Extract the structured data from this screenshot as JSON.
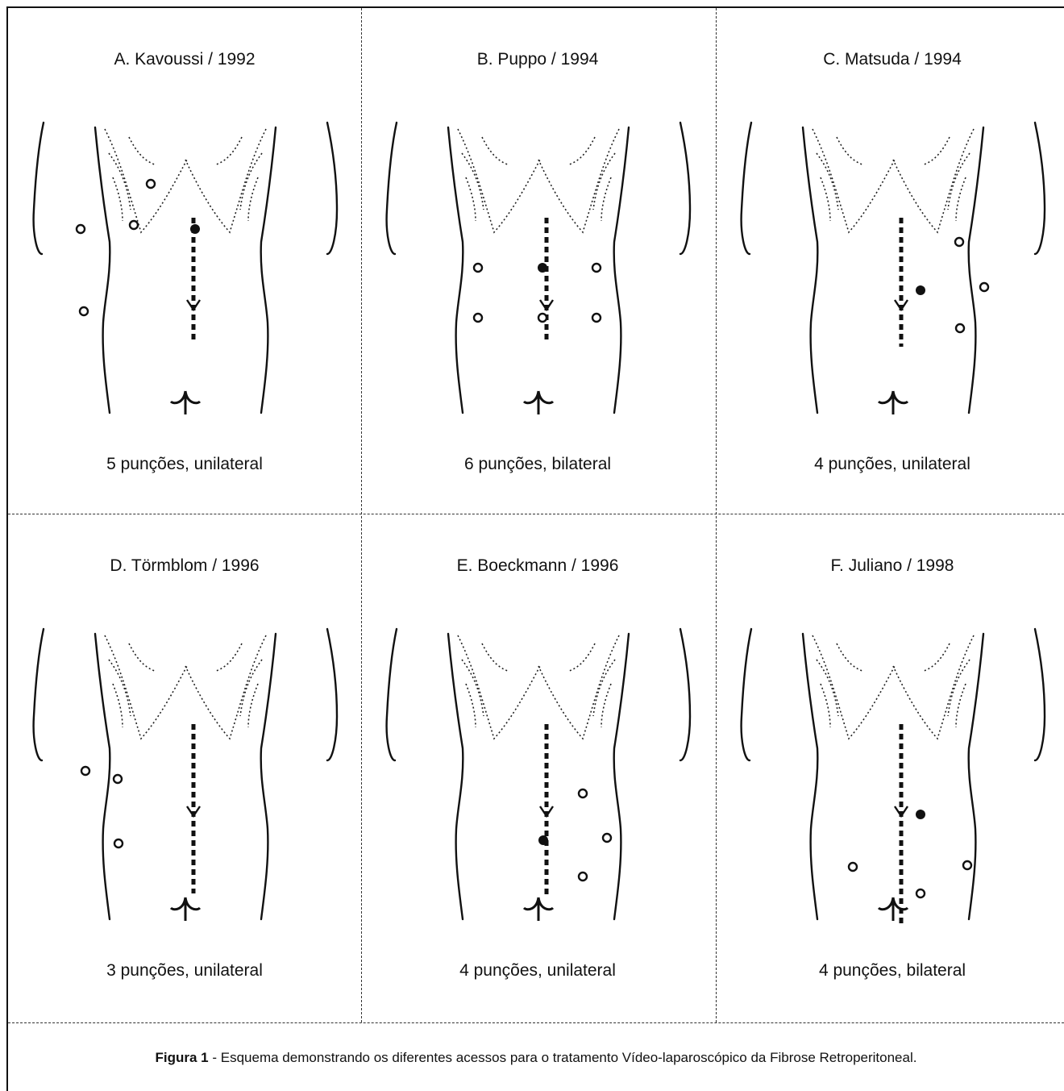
{
  "panels": [
    {
      "title": "A. Kavoussi / 1992",
      "caption": "5 punções, unilateral",
      "ports": {
        "open": [
          [
            147,
            118
          ],
          [
            126,
            169
          ],
          [
            60,
            174
          ],
          [
            64,
            276
          ]
        ],
        "filled": [
          [
            202,
            174
          ]
        ]
      },
      "arrow_end": 244
    },
    {
      "title": "B. Puppo / 1994",
      "caption": "6 punções, bilateral",
      "ports": {
        "open": [
          [
            115,
            222
          ],
          [
            115,
            284
          ],
          [
            262,
            222
          ],
          [
            262,
            284
          ],
          [
            195,
            284
          ]
        ],
        "filled": [
          [
            195,
            222
          ]
        ]
      },
      "arrow_end": 244
    },
    {
      "title": "C. Matsuda / 1994",
      "caption": "4 punções, unilateral",
      "ports": {
        "open": [
          [
            272,
            190
          ],
          [
            303,
            246
          ],
          [
            273,
            297
          ]
        ],
        "filled": [
          [
            224,
            250
          ]
        ]
      },
      "arrow_end": 250
    },
    {
      "title": "D. Törmblom / 1996",
      "caption": "3 punções, unilateral",
      "ports": {
        "open": [
          [
            66,
            218
          ],
          [
            106,
            228
          ],
          [
            107,
            308
          ]
        ],
        "filled": []
      },
      "arrow_end": 300
    },
    {
      "title": "E. Boeckmann / 1996",
      "caption": "4 punções, unilateral",
      "ports": {
        "open": [
          [
            245,
            246
          ],
          [
            275,
            301
          ],
          [
            245,
            349
          ]
        ],
        "filled": [
          [
            196,
            304
          ]
        ]
      },
      "arrow_end": 304
    },
    {
      "title": "F. Juliano / 1998",
      "caption": "4 punções, bilateral",
      "ports": {
        "open": [
          [
            140,
            337
          ],
          [
            282,
            335
          ],
          [
            224,
            370
          ]
        ],
        "filled": [
          [
            224,
            272
          ]
        ]
      },
      "arrow_end": 370
    }
  ],
  "figure_caption": {
    "label": "Figura 1",
    "text": " - Esquema demonstrando os diferentes acessos para o tratamento Vídeo-laparoscópico da Fibrose Retroperitoneal."
  }
}
